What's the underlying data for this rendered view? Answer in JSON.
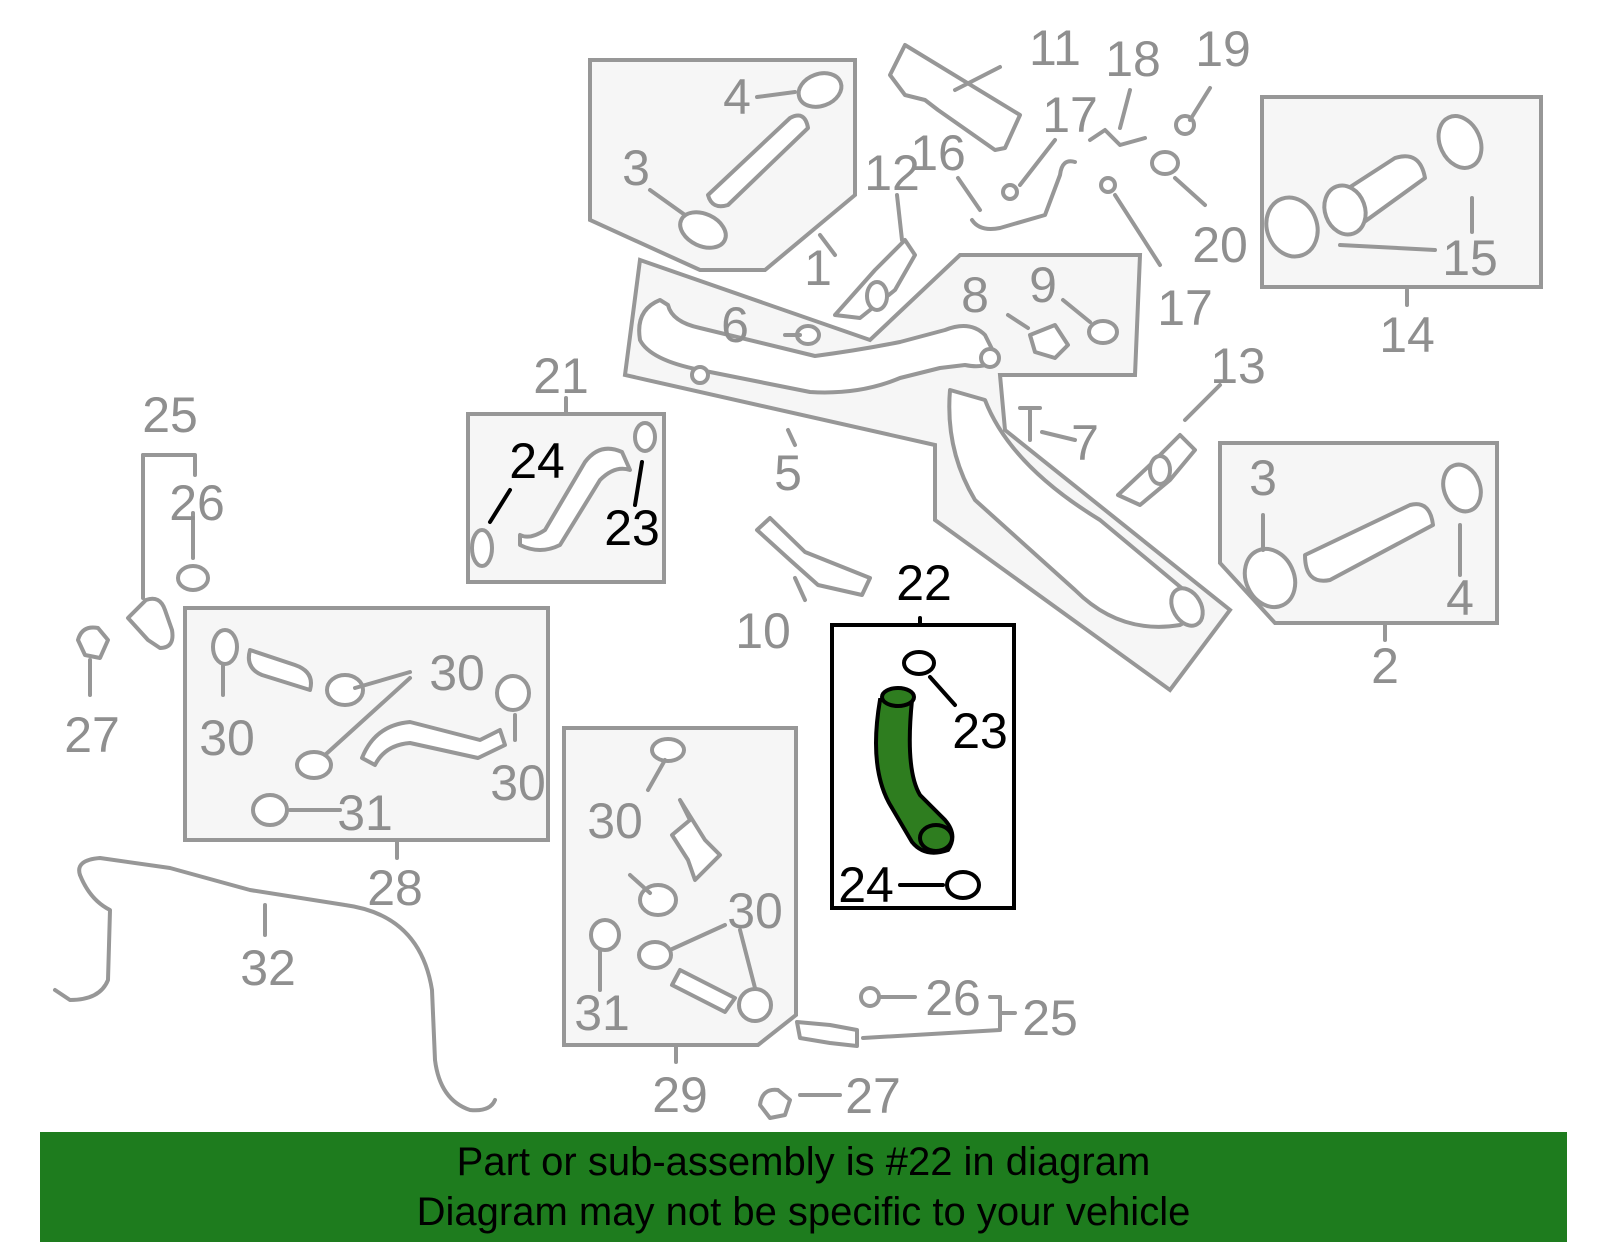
{
  "labels": {
    "l1": "1",
    "l2": "2",
    "l3a": "3",
    "l3b": "3",
    "l4a": "4",
    "l4b": "4",
    "l5": "5",
    "l6": "6",
    "l7": "7",
    "l8": "8",
    "l9": "9",
    "l10": "10",
    "l11": "11",
    "l12": "12",
    "l13": "13",
    "l14": "14",
    "l15": "15",
    "l16": "16",
    "l17a": "17",
    "l17b": "17",
    "l18": "18",
    "l19": "19",
    "l20": "20",
    "l21": "21",
    "l22": "22",
    "l23a": "23",
    "l23b": "23",
    "l24a": "24",
    "l24b": "24",
    "l25a": "25",
    "l25b": "25",
    "l26a": "26",
    "l26b": "26",
    "l27a": "27",
    "l27b": "27",
    "l28": "28",
    "l29": "29",
    "l30a": "30",
    "l30b": "30",
    "l30c": "30",
    "l30d": "30",
    "l30e": "30",
    "l31a": "31",
    "l31b": "31",
    "l32": "32"
  },
  "banner": {
    "line1": "Part or sub-assembly is #22 in diagram",
    "line2": "Diagram may not be specific to your vehicle"
  },
  "colors": {
    "highlight_part": "#2e7d1f",
    "banner": "#1e7c1e",
    "line_gray": "#979797"
  }
}
